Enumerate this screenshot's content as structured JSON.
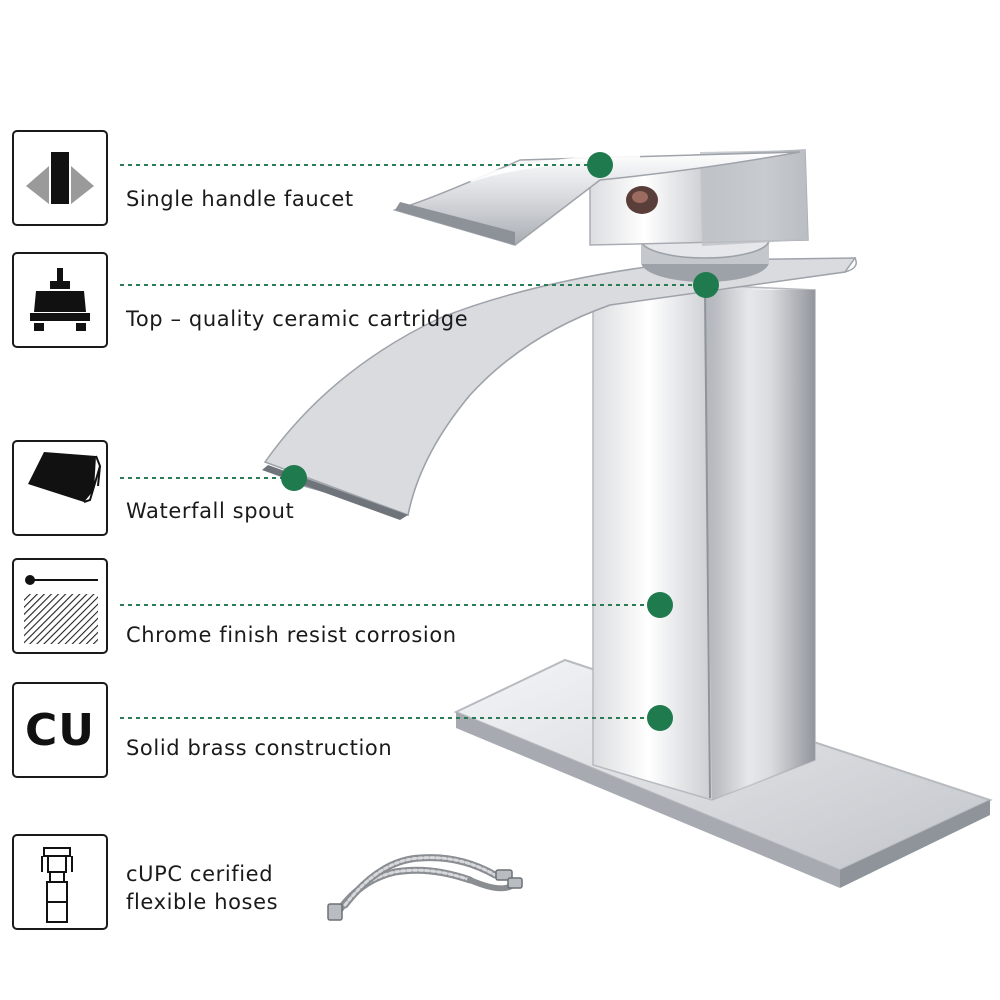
{
  "accent_color": "#1f7a4d",
  "features": [
    {
      "icon": "single-handle-icon",
      "label": "Single handle faucet"
    },
    {
      "icon": "ceramic-cartridge-icon",
      "label": "Top – quality ceramic cartridge"
    },
    {
      "icon": "waterfall-spout-icon",
      "label": "Waterfall spout"
    },
    {
      "icon": "chrome-finish-icon",
      "label": "Chrome finish resist corrosion"
    },
    {
      "icon": "brass-cu-icon",
      "icon_text": "CU",
      "label": "Solid brass construction"
    },
    {
      "icon": "hose-fitting-icon",
      "label_line1": "cUPC cerified",
      "label_line2": "flexible hoses"
    }
  ]
}
